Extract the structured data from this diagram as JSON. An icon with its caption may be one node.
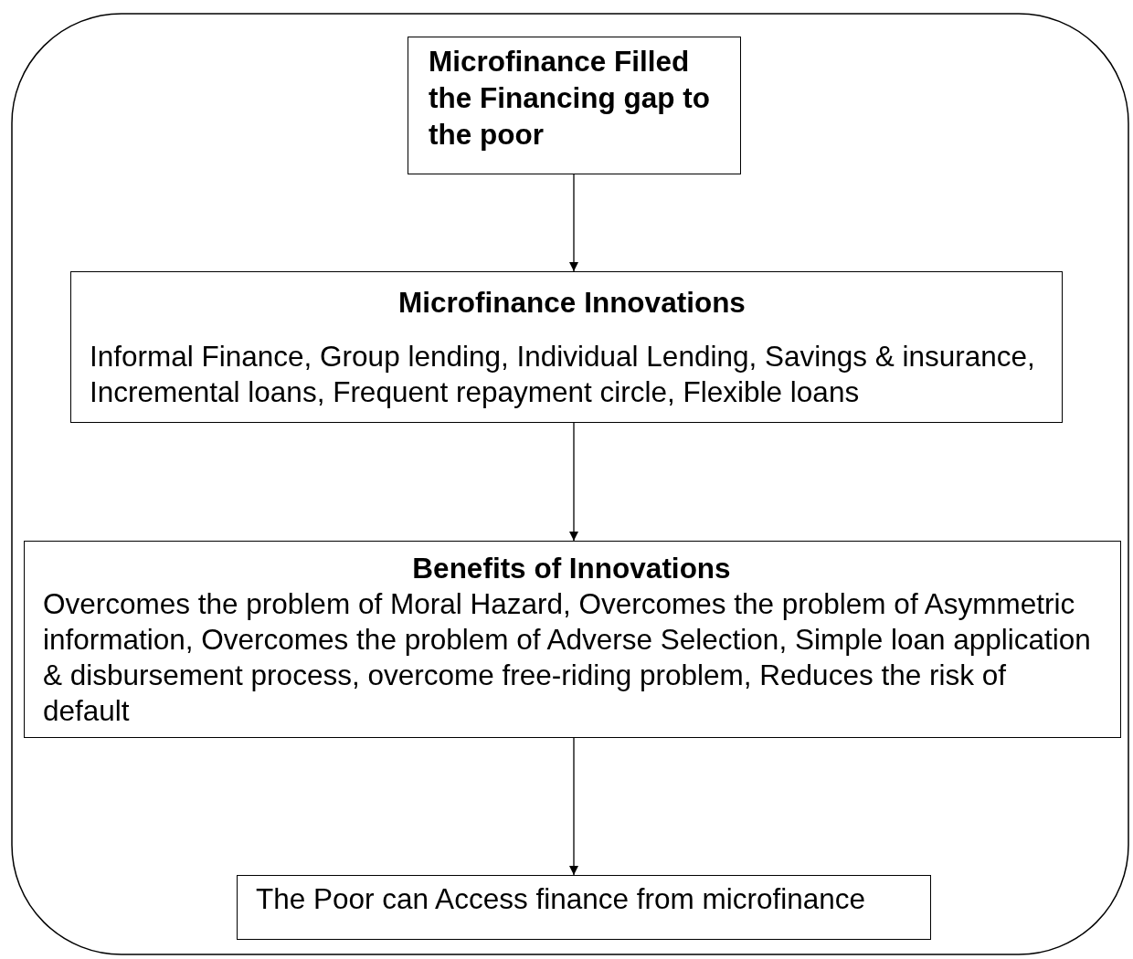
{
  "diagram": {
    "nodes": [
      {
        "text": [],
        "shape": "box"
      },
      {
        "text": [
          "Microfinance Filled the Financing gap to the poor"
        ],
        "in": 0
      },
      {
        "text": [
          "Microfinance Innovations",
          "Informal Finance, Group lending, Individual Lending, Savings & insurance, Incremental loans, Frequent repayment circle, Flexible loans"
        ],
        "in": 0
      },
      {
        "text": [
          "Benefits of Innovations",
          "Overcomes the problem of Moral Hazard, Overcomes the problem of Asymmetric information, Overcomes the problem of Adverse Selection, Simple loan application & disbursement process, overcome free-riding problem, Reduces the risk of default"
        ],
        "in": 0
      },
      {
        "text": [
          "The Poor can Access finance from microfinance"
        ],
        "in": 0
      }
    ],
    "edges": [
      {
        "from": 1,
        "to": 2,
        "arrow": "to"
      },
      {
        "from": 2,
        "to": 3,
        "arrow": "to"
      },
      {
        "from": 3,
        "to": 4,
        "arrow": "to"
      }
    ]
  }
}
